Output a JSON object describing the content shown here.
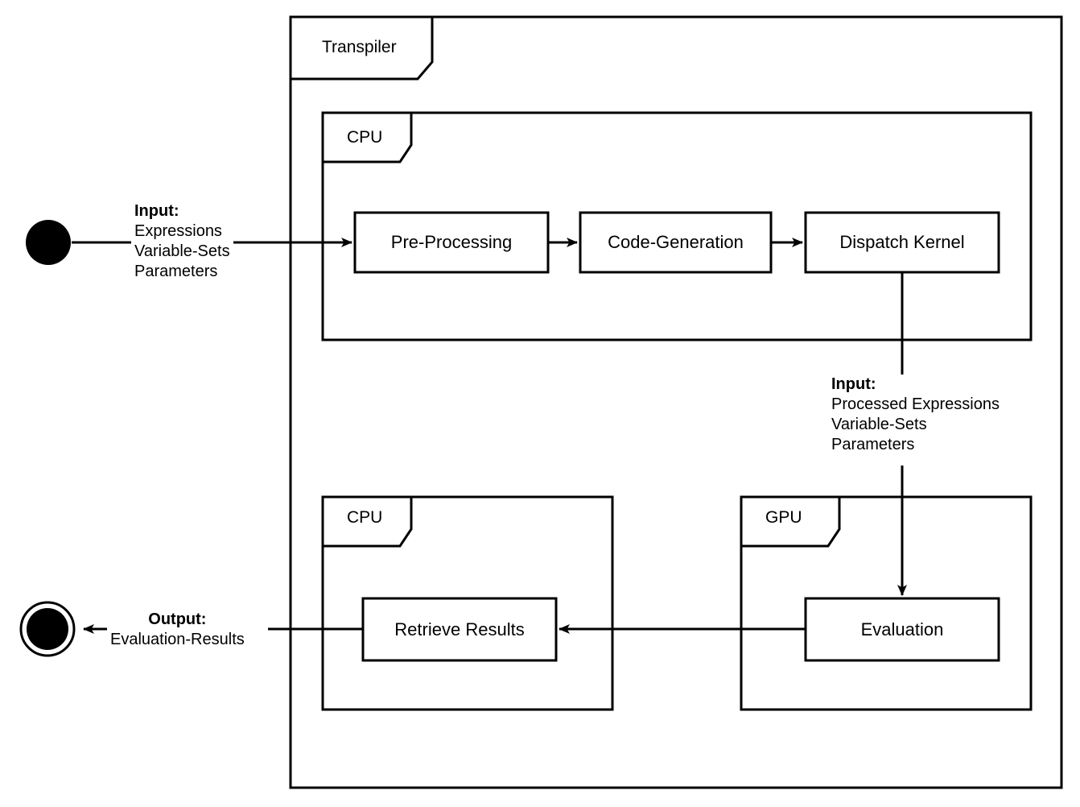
{
  "diagram": {
    "type": "uml-activity-deployment",
    "background": "#ffffff",
    "stroke": "#000000",
    "outer_frame": {
      "label": "Transpiler"
    },
    "frames": [
      {
        "id": "cpu-top",
        "label": "CPU"
      },
      {
        "id": "cpu-bottom",
        "label": "CPU"
      },
      {
        "id": "gpu",
        "label": "GPU"
      }
    ],
    "nodes": [
      {
        "id": "pre-processing",
        "label": "Pre-Processing"
      },
      {
        "id": "code-generation",
        "label": "Code-Generation"
      },
      {
        "id": "dispatch-kernel",
        "label": "Dispatch Kernel"
      },
      {
        "id": "retrieve-results",
        "label": "Retrieve Results"
      },
      {
        "id": "evaluation",
        "label": "Evaluation"
      }
    ],
    "edge_labels": {
      "input_start": {
        "heading": "Input:",
        "lines": [
          "Expressions",
          "Variable-Sets",
          "Parameters"
        ]
      },
      "input_gpu": {
        "heading": "Input:",
        "lines": [
          "Processed Expressions",
          "Variable-Sets",
          "Parameters"
        ]
      },
      "output_end": {
        "heading": "Output:",
        "lines": [
          "Evaluation-Results"
        ]
      }
    },
    "terminals": {
      "start": "initial-node",
      "end": "final-node"
    }
  }
}
